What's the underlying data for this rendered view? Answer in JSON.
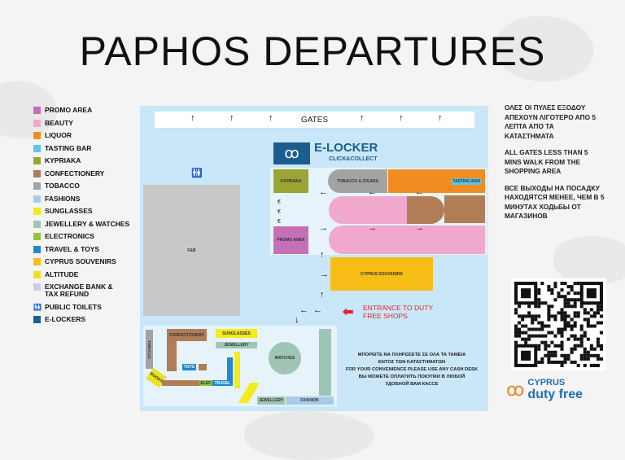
{
  "title": "PAPHOS DEPARTURES",
  "legend": [
    {
      "label": "PROMO AREA",
      "color": "#c46fb6"
    },
    {
      "label": "BEAUTY",
      "color": "#f0a8cc"
    },
    {
      "label": "LIQUOR",
      "color": "#f18c23"
    },
    {
      "label": "TASTING BAR",
      "color": "#5cc5ea"
    },
    {
      "label": "KYPRIAKA",
      "color": "#9aa534"
    },
    {
      "label": "CONFECTIONERY",
      "color": "#b07d57"
    },
    {
      "label": "TOBACCO",
      "color": "#a3a3a3"
    },
    {
      "label": "FASHIONS",
      "color": "#a9cbea"
    },
    {
      "label": "SUNGLASSES",
      "color": "#f5ea1c"
    },
    {
      "label": "JEWELLERY & WATCHES",
      "color": "#9fc5b4"
    },
    {
      "label": "ELECTRONICS",
      "color": "#8cc63f"
    },
    {
      "label": "TRAVEL & TOYS",
      "color": "#1e88d0"
    },
    {
      "label": "CYPRUS SOUVENIRS",
      "color": "#f6bd16"
    },
    {
      "label": "ALTITUDE",
      "color": "#e9e226"
    },
    {
      "label": "EXCHANGE BANK & TAX REFUND",
      "color": "#cfcbea"
    },
    {
      "label": "PUBLIC TOILETS",
      "icon": "toilet-icon"
    },
    {
      "label": "E-LOCKERS",
      "color": "#1c5d8f"
    }
  ],
  "map": {
    "gates": "GATES",
    "elocker": "E-LOCKER",
    "elocker_sub": "CLICK&COLLECT",
    "kypriaka": "KYPRIAKA",
    "tobacco": "TOBACCO & CIGARS",
    "tasting_bar": "TASTING BAR",
    "promo": "PROMO AREA",
    "souvenirs": "CYPRUS SOUVENIRS",
    "fb": "F&B",
    "euro": "€",
    "entrance": "ENTRANCE TO DUTY FREE SHOPS",
    "bottom": {
      "tobacco": "TOBACCO",
      "confectionery": "CONFECTIONERY",
      "sunglasses": "SUNGLASSES",
      "jewellery": "JEWELLERY",
      "watches": "WATCHES",
      "books": "BOOKS",
      "toys": "TOYS",
      "elec": "ELEC",
      "travel": "TRAVEL",
      "jewellery2": "JEWELLERY",
      "fashion": "FASHION"
    }
  },
  "pay_msg": [
    "ΜΠΟΡΕΙΤΕ ΝΑ ΠΛΗΡΩΣΕΤΕ ΣΕ ΟΛΑ ΤΑ ΤΑΜΕΙΑ",
    "ΕΝΤΟΣ ΤΩΝ ΚΑΤΑΣΤΗΜΑΤΩΝ",
    "FOR YOUR CONVENIENCE PLEASE USE ANY CASH DESK",
    "ВЫ МОЖЕТЕ ОПЛАТИТЬ ПОКУПКИ В ЛЮБОЙ",
    "УДОБНОЙ ВАМ КАССЕ"
  ],
  "info": {
    "greek": "ΟΛΕΣ ΟΙ ΠΥΛΕΣ ΕΞΟΔΟΥ ΑΠΕΧΟΥΝ ΛΙΓΟΤΕΡΟ ΑΠΟ 5 ΛΕΠΤΑ ΑΠΟ ΤΑ ΚΑΤΑΣΤΗΜΑΤΑ",
    "english": "ALL GATES LESS THAN 5 MINS WALK FROM THE SHOPPING AREA",
    "russian": "ВСЕ ВЫХОДЫ НА ПОСАДКУ НАХОДЯТСЯ МЕНЕЕ, ЧЕМ В 5 МИНУТАХ ХОДЬБЫ ОТ МАГАЗИНОВ"
  },
  "brand": {
    "line1": "CYPRUS",
    "line2": "duty free"
  }
}
